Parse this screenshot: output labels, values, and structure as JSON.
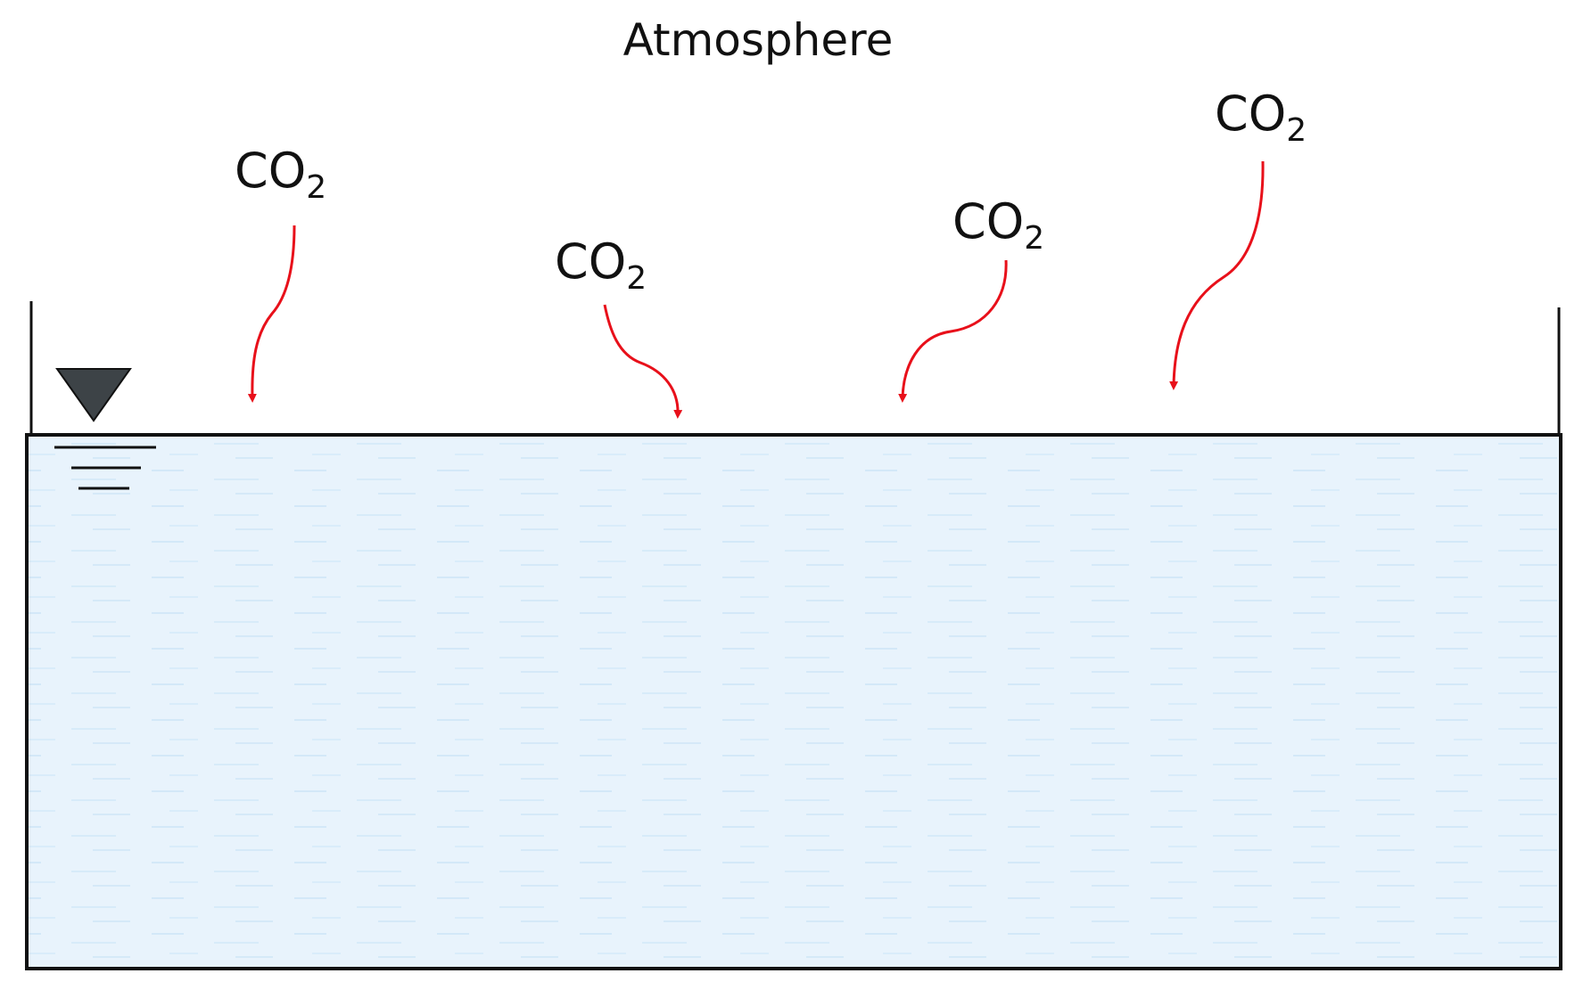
{
  "atmosphere_label": "Atmosphere",
  "co2_labels": [
    {
      "main": "CO",
      "sub": "2"
    },
    {
      "main": "CO",
      "sub": "2"
    },
    {
      "main": "CO",
      "sub": "2"
    },
    {
      "main": "CO",
      "sub": "2"
    }
  ],
  "colors": {
    "water_fill": "#e8f3fc",
    "water_texture": "#cfe6f8",
    "arrow": "#e8101a",
    "outline": "#111111",
    "water_level_marker": "#3d4347"
  },
  "icons": {
    "water_level": "water-level-triangle-icon"
  }
}
